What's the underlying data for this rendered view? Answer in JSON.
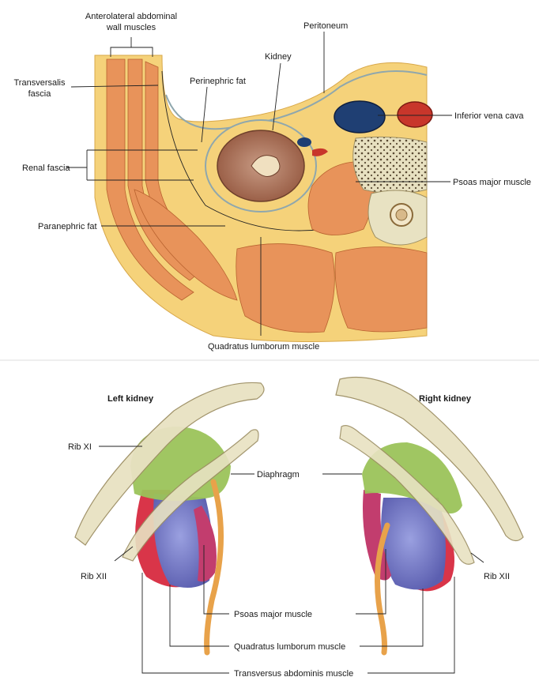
{
  "top_panel": {
    "labels": {
      "anterolateral_muscles_l1": "Anterolateral abdominal",
      "anterolateral_muscles_l2": "wall muscles",
      "peritoneum": "Peritoneum",
      "kidney": "Kidney",
      "transversalis_l1": "Transversalis",
      "transversalis_l2": "fascia",
      "perinephric_fat": "Perinephric fat",
      "inferior_vena_cava": "Inferior vena cava",
      "renal_fascia": "Renal fascia",
      "psoas_major": "Psoas major muscle",
      "paranephric_fat": "Paranephric fat",
      "quadratus_lumborum": "Quadratus lumborum muscle"
    }
  },
  "bottom_panel": {
    "labels": {
      "left_kidney": "Left kidney",
      "right_kidney": "Right kidney",
      "rib_xi": "Rib XI",
      "diaphragm": "Diaphragm",
      "rib_xii_left": "Rib XII",
      "rib_xii_right": "Rib XII",
      "psoas_major": "Psoas major muscle",
      "quadratus_lumborum": "Quadratus lumborum muscle",
      "transversus_abdominis": "Transversus abdominis muscle"
    }
  },
  "colors": {
    "fat": "#f5d27a",
    "muscle": "#e8935a",
    "fascia": "#dfe9ec",
    "kidney": "#a8715a",
    "ivc": "#1f3f73",
    "aorta": "#c8362b",
    "bone": "#e8e2c2",
    "diaphragm_zone": "#9bc35a",
    "psoas_zone": "#c23d6e",
    "quadratus_zone": "#6f73c4",
    "transversus_zone": "#d93549",
    "ureter": "#e8a24a"
  }
}
